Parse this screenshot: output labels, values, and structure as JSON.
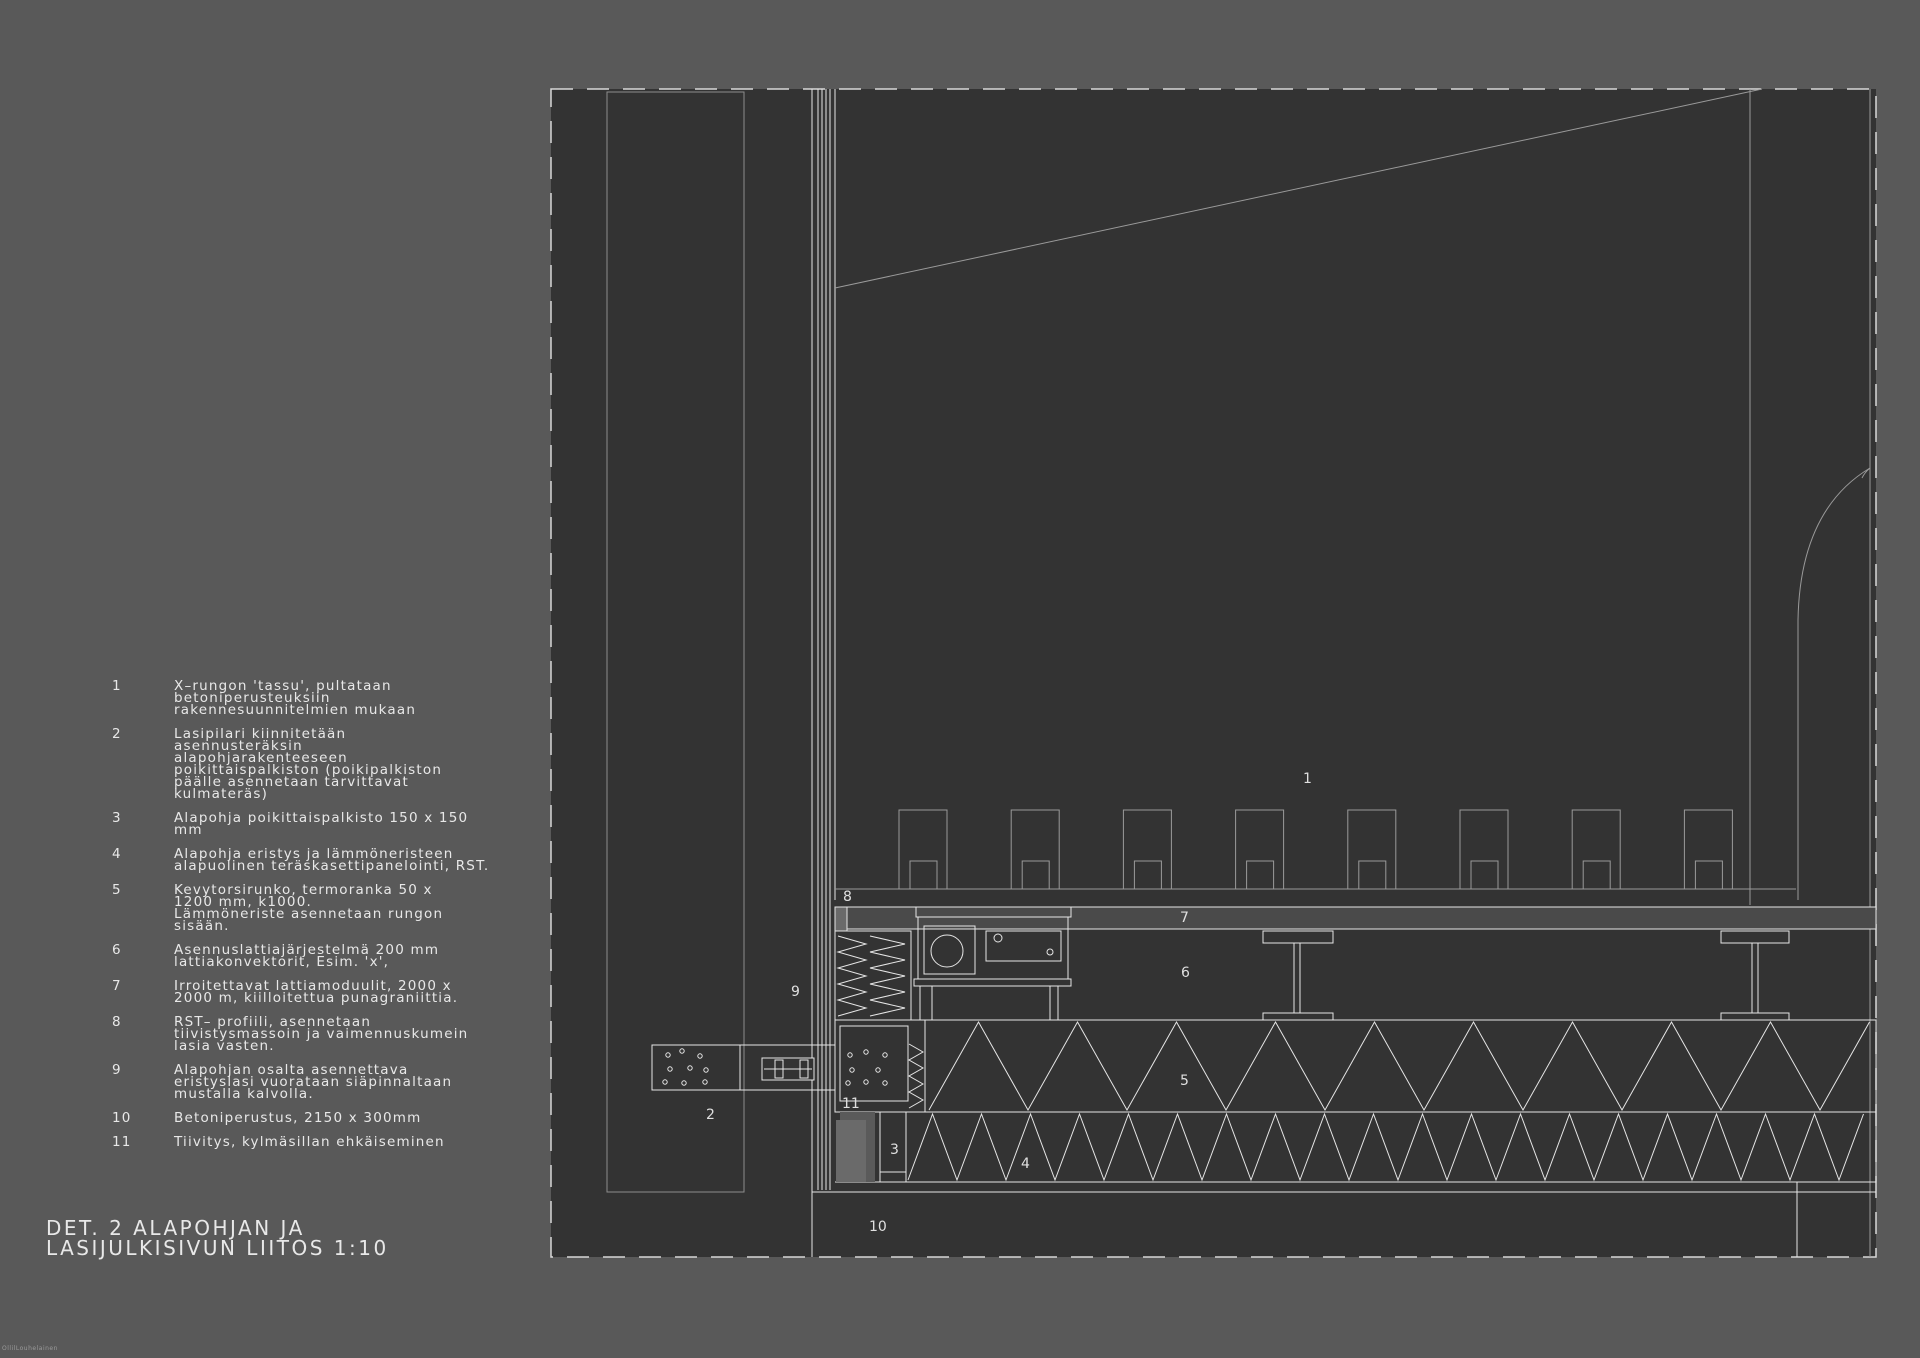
{
  "legend": [
    {
      "num": "1",
      "text": "X–rungon 'tassu', pultataan\nbetoniperusteuksiin\nrakennesuunnitelmien mukaan"
    },
    {
      "num": "2",
      "text": "Lasipilari kiinnitetään\nasennusteräksin\nalapohjarakenteeseen\npoikittaispalkiston (poikipalkiston\npäälle asennetaan tarvittavat\nkulmateräs)"
    },
    {
      "num": "3",
      "text": "Alapohja poikittaispalkisto 150 x 150\nmm"
    },
    {
      "num": "4",
      "text": "Alapohja eristys ja lämmöneristeen\nalapuolinen teräskasettipanelointi, RST."
    },
    {
      "num": "5",
      "text": "Kevytorsirunko, termoranka 50 x\n1200 mm, k1000.\nLämmöneriste asennetaan rungon\nsisään."
    },
    {
      "num": "6",
      "text": "Asennuslattiajärjestelmä 200 mm\nlattiakonvektorit, Esim. 'x',"
    },
    {
      "num": "7",
      "text": "Irroitettavat lattiamoduulit, 2000 x\n2000 m, kiilloitettua punagraniittia."
    },
    {
      "num": "8",
      "text": "RST– profiili, asennetaan\ntiivistysmassoin ja vaimennuskumein\nlasia vasten."
    },
    {
      "num": "9",
      "text": "Alapohjan osalta asennettava\neristyslasi vuorataan siäpinnaltaan\nmustalla kalvolla."
    },
    {
      "num": "10",
      "text": "Betoniperustus, 2150 x 300mm"
    },
    {
      "num": "11",
      "text": "Tiivitys, kylmäsillan ehkäiseminen"
    }
  ],
  "title": "DET. 2 ALAPOHJAN JA\nLASIJULKISIVUN LIITOS 1:10",
  "footer": "OllilLouhelainen",
  "callouts": [
    "1",
    "2",
    "3",
    "4",
    "5",
    "6",
    "7",
    "8",
    "9",
    "10",
    "11"
  ],
  "colors": {
    "background": "#595959",
    "drawing_panel": "#333333",
    "line": "#e6e6e6",
    "text": "#e8e8e8"
  }
}
